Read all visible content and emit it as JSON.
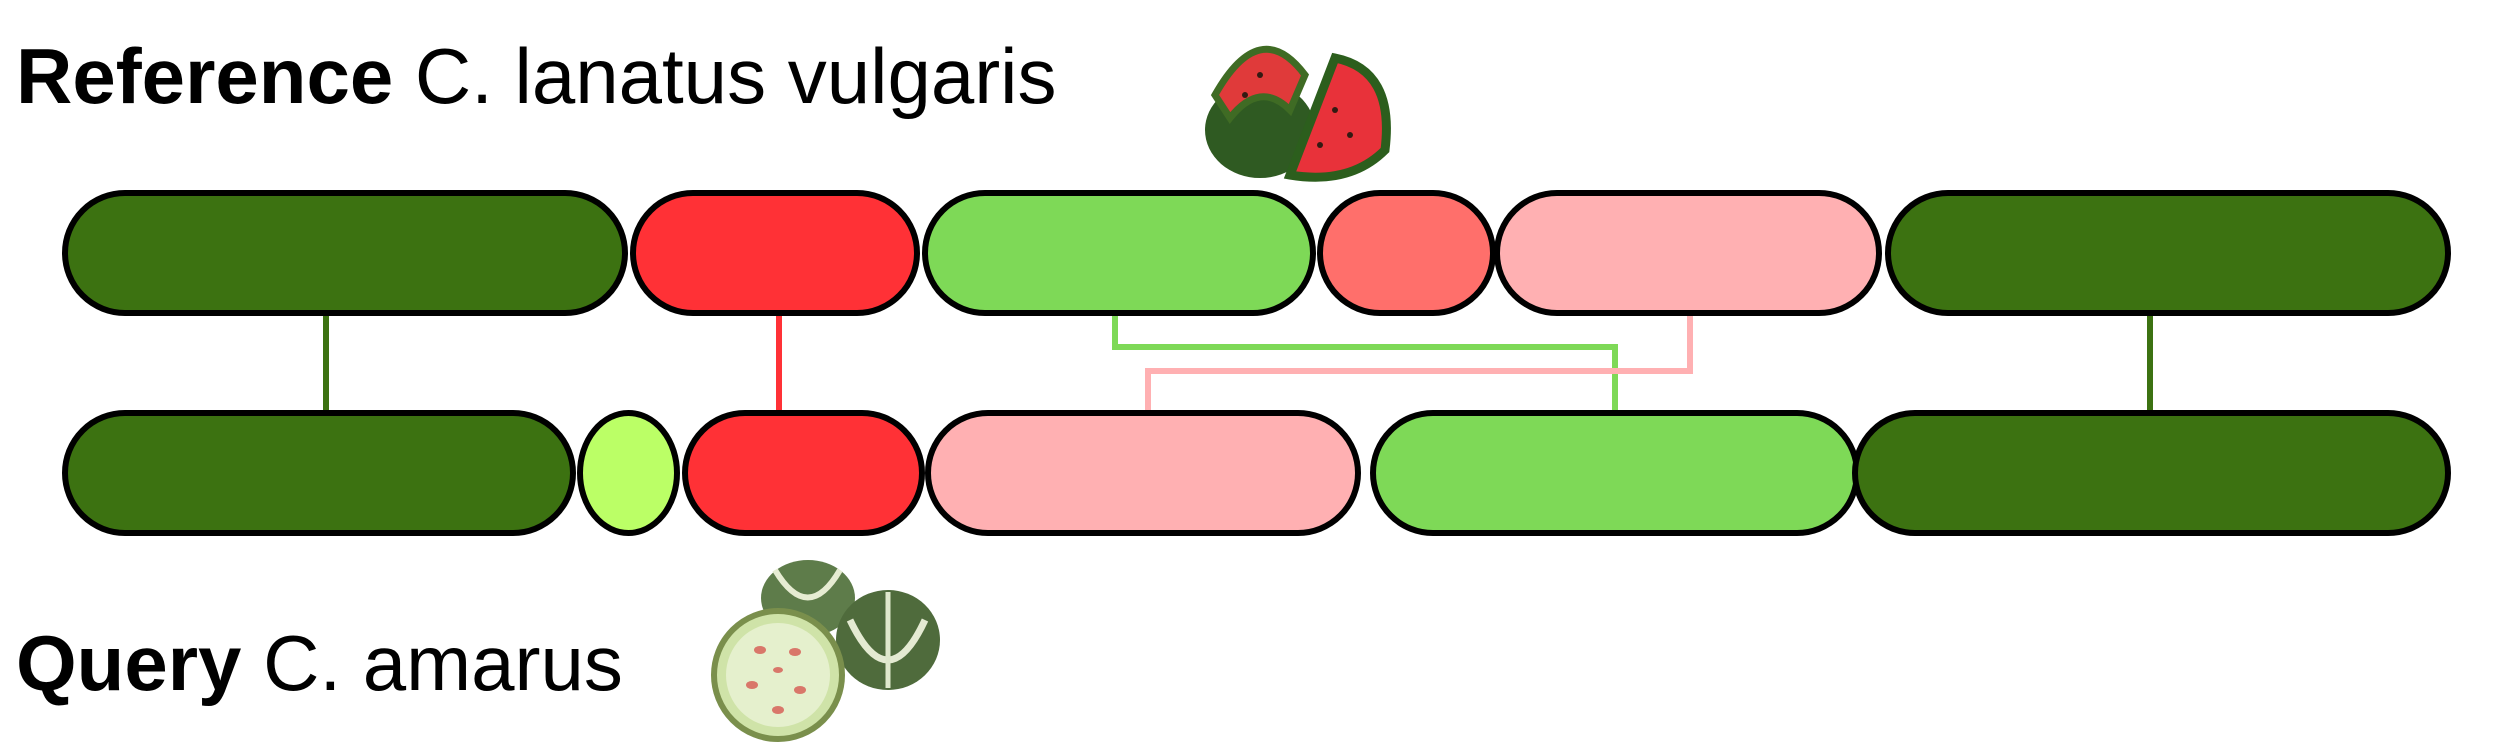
{
  "labels": {
    "reference_prefix": "Reference",
    "reference_species": " C. lanatus vulgaris",
    "query_prefix": "Query",
    "query_species": " C. amarus"
  },
  "colors": {
    "dark_green": "#3c7211",
    "light_green": "#7ed957",
    "lime": "#bbff66",
    "red": "#ff3136",
    "salmon": "#ff6f6b",
    "pink": "#ffb0b2",
    "outline": "#000000"
  },
  "reference_track": [
    {
      "id": "R1",
      "color": "dark_green"
    },
    {
      "id": "R2",
      "color": "red"
    },
    {
      "id": "R3",
      "color": "light_green"
    },
    {
      "id": "R4",
      "color": "salmon"
    },
    {
      "id": "R5",
      "color": "pink"
    },
    {
      "id": "R6",
      "color": "dark_green"
    }
  ],
  "query_track": [
    {
      "id": "Q1",
      "color": "dark_green"
    },
    {
      "id": "Q2",
      "color": "lime"
    },
    {
      "id": "Q3",
      "color": "red"
    },
    {
      "id": "Q4",
      "color": "pink"
    },
    {
      "id": "Q5",
      "color": "light_green"
    },
    {
      "id": "Q6",
      "color": "dark_green"
    }
  ],
  "links": [
    {
      "from": "R1",
      "to": "Q1",
      "color": "dark_green"
    },
    {
      "from": "R2",
      "to": "Q3",
      "color": "red"
    },
    {
      "from": "R3",
      "to": "Q5",
      "color": "light_green"
    },
    {
      "from": "R5",
      "to": "Q4",
      "color": "pink"
    },
    {
      "from": "R6",
      "to": "Q6",
      "color": "dark_green"
    }
  ],
  "images": {
    "reference": "sliced-red-watermelon",
    "query": "striped-citron-melons-with-pale-cut-half"
  }
}
